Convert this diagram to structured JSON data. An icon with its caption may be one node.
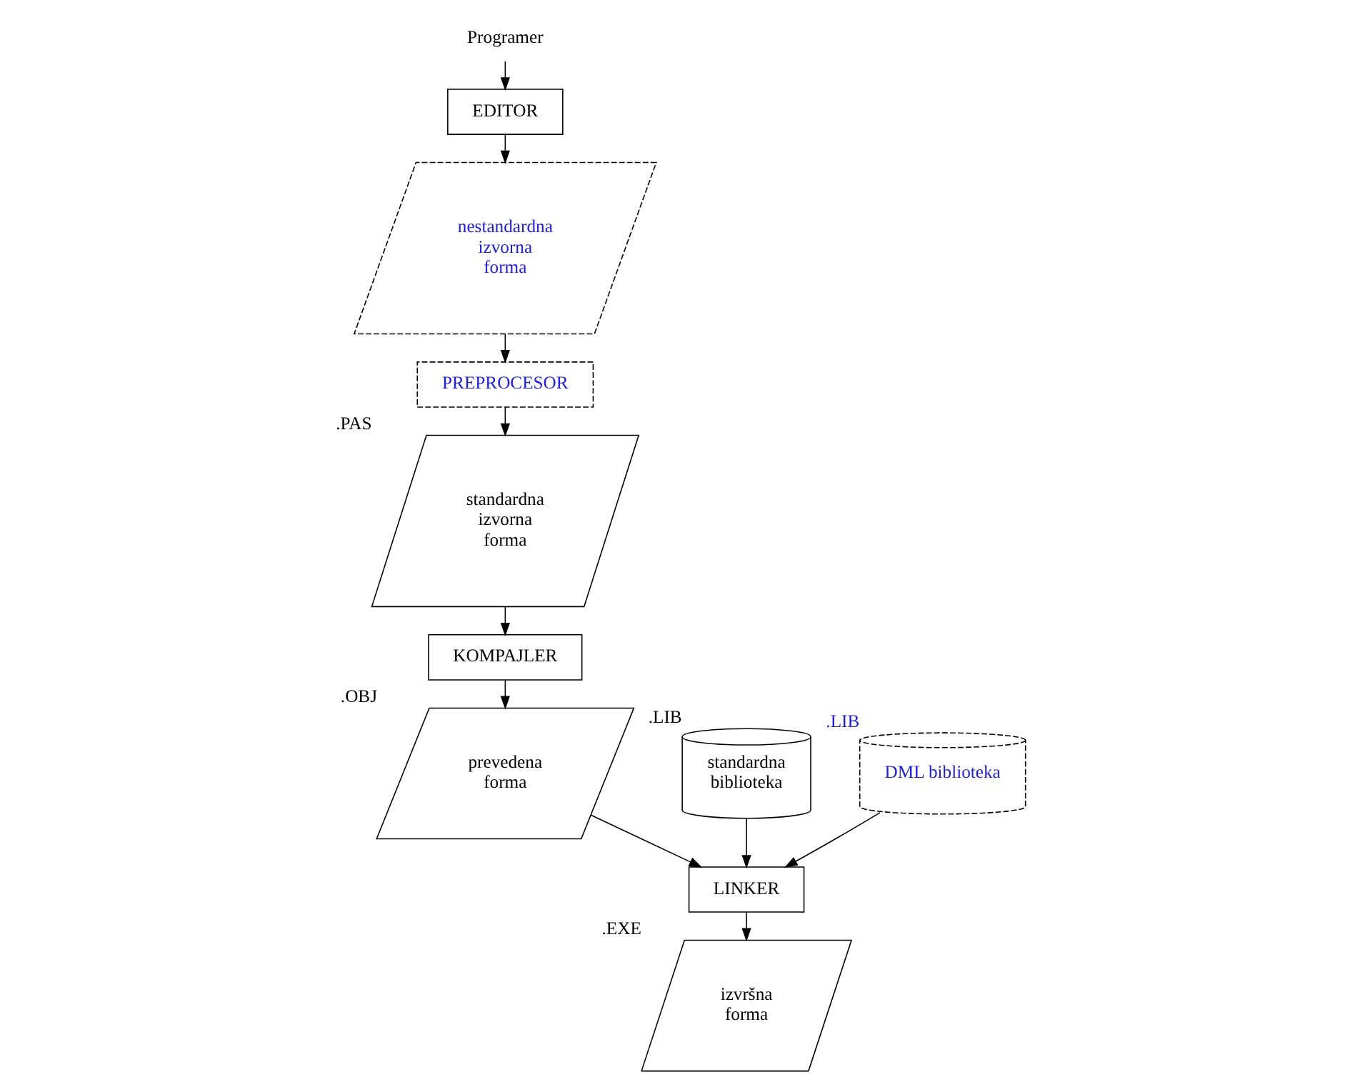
{
  "diagram": {
    "nodes": [
      {
        "text": [
          "Programer"
        ]
      },
      {
        "text": [
          "EDITOR"
        ]
      },
      {
        "text": [
          "nestandardna izvorna forma"
        ]
      },
      {
        "text": [
          "PREPROCESOR"
        ]
      },
      {
        "text": [
          "standardna izvorna forma"
        ],
        "beside": [
          ".PAS"
        ]
      },
      {
        "text": [
          "KOMPAJLER"
        ]
      },
      {
        "text": [
          "prevedena forma"
        ],
        "beside": [
          ".OBJ"
        ]
      },
      {
        "text": [
          "standardna biblioteka"
        ],
        "beside": [
          ".LIB"
        ]
      },
      {
        "text": [
          "LINKER"
        ]
      },
      {
        "text": [
          "DML biblioteka"
        ],
        "beside": [
          ".LIB"
        ]
      },
      {
        "text": [
          "izvršna forma"
        ],
        "beside": [
          ".EXE"
        ]
      }
    ],
    "edges": [
      {
        "from": 0,
        "to": 1,
        "arrow": "to"
      },
      {
        "from": 1,
        "to": 2,
        "arrow": "to"
      },
      {
        "from": 2,
        "to": 3,
        "arrow": "to"
      },
      {
        "from": 3,
        "to": 4,
        "arrow": "to"
      },
      {
        "from": 4,
        "to": 5,
        "arrow": "to"
      },
      {
        "from": 5,
        "to": 6,
        "arrow": "to"
      },
      {
        "from": 6,
        "to": 8,
        "arrow": "to"
      },
      {
        "from": 7,
        "to": 8,
        "arrow": "to"
      },
      {
        "from": 9,
        "to": 8,
        "arrow": "to"
      },
      {
        "from": 8,
        "to": 10,
        "arrow": "to"
      }
    ]
  }
}
